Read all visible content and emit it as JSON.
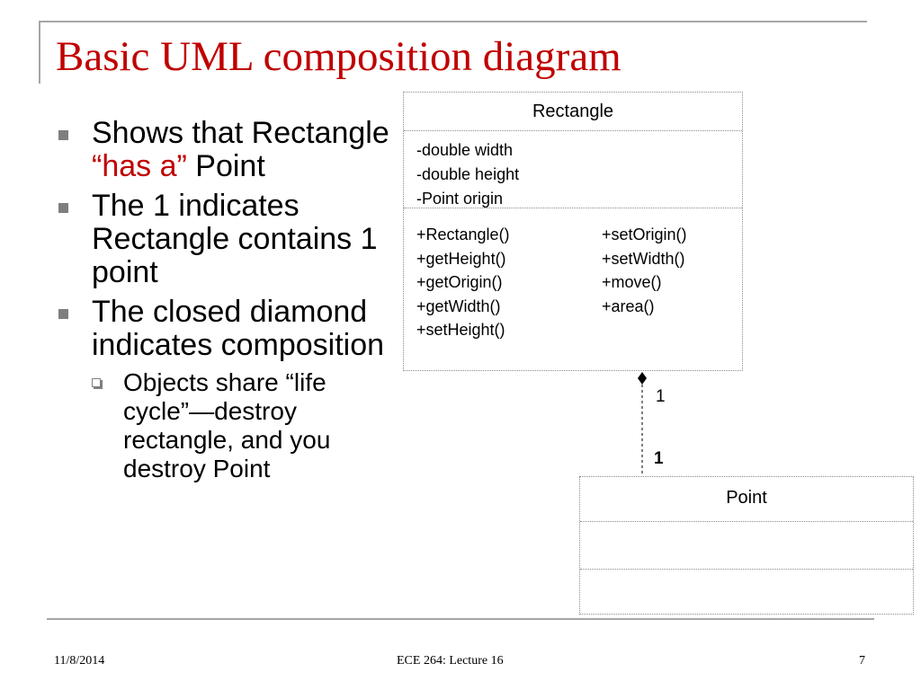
{
  "slide": {
    "title": "Basic UML composition diagram",
    "accent_color": "#c00000"
  },
  "bullets": [
    {
      "text": "Shows that Rectangle ",
      "highlight": "“has a”",
      "tail": " Point"
    },
    {
      "text": "The 1 indicates Rectangle contains 1 point"
    },
    {
      "text": "The closed diamond indicates composition"
    }
  ],
  "sub_bullets": [
    {
      "text": "Objects share “life cycle”—destroy rectangle, and you destroy Point"
    }
  ],
  "diagram": {
    "rectangle_class": {
      "name": "Rectangle",
      "attributes": [
        "-double width",
        "-double height",
        "-Point origin"
      ],
      "operations_col1": [
        "+Rectangle()",
        "+getHeight()",
        "+getOrigin()",
        "+getWidth()",
        "+setHeight()"
      ],
      "operations_col2": [
        "+setOrigin()",
        "+setWidth()",
        "+move()",
        "+area()"
      ]
    },
    "point_class": {
      "name": "Point"
    },
    "relationship": {
      "type": "composition",
      "multiplicity_top": "1",
      "multiplicity_bottom": "1"
    }
  },
  "footer": {
    "date": "11/8/2014",
    "course": "ECE 264: Lecture 16",
    "page": "7"
  }
}
